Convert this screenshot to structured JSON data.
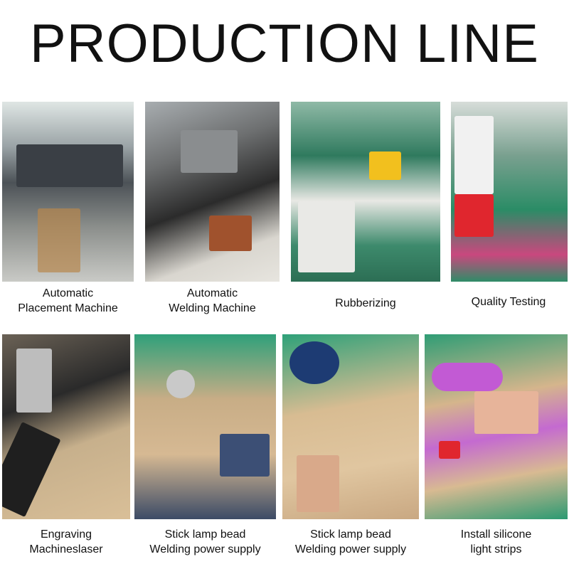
{
  "title": "PRODUCTION LINE",
  "items": [
    {
      "line1": "Automatic",
      "line2": "Placement Machine"
    },
    {
      "line1": "Automatic",
      "line2": "Welding Machine"
    },
    {
      "line1": "Rubberizing",
      "line2": ""
    },
    {
      "line1": "Quality Testing",
      "line2": ""
    },
    {
      "line1": "Engraving",
      "line2": "Machineslaser"
    },
    {
      "line1": "Stick lamp bead",
      "line2": "Welding power supply"
    },
    {
      "line1": "Stick lamp bead",
      "line2": "Welding power supply"
    },
    {
      "line1": "Install silicone",
      "line2": "light strips"
    }
  ]
}
